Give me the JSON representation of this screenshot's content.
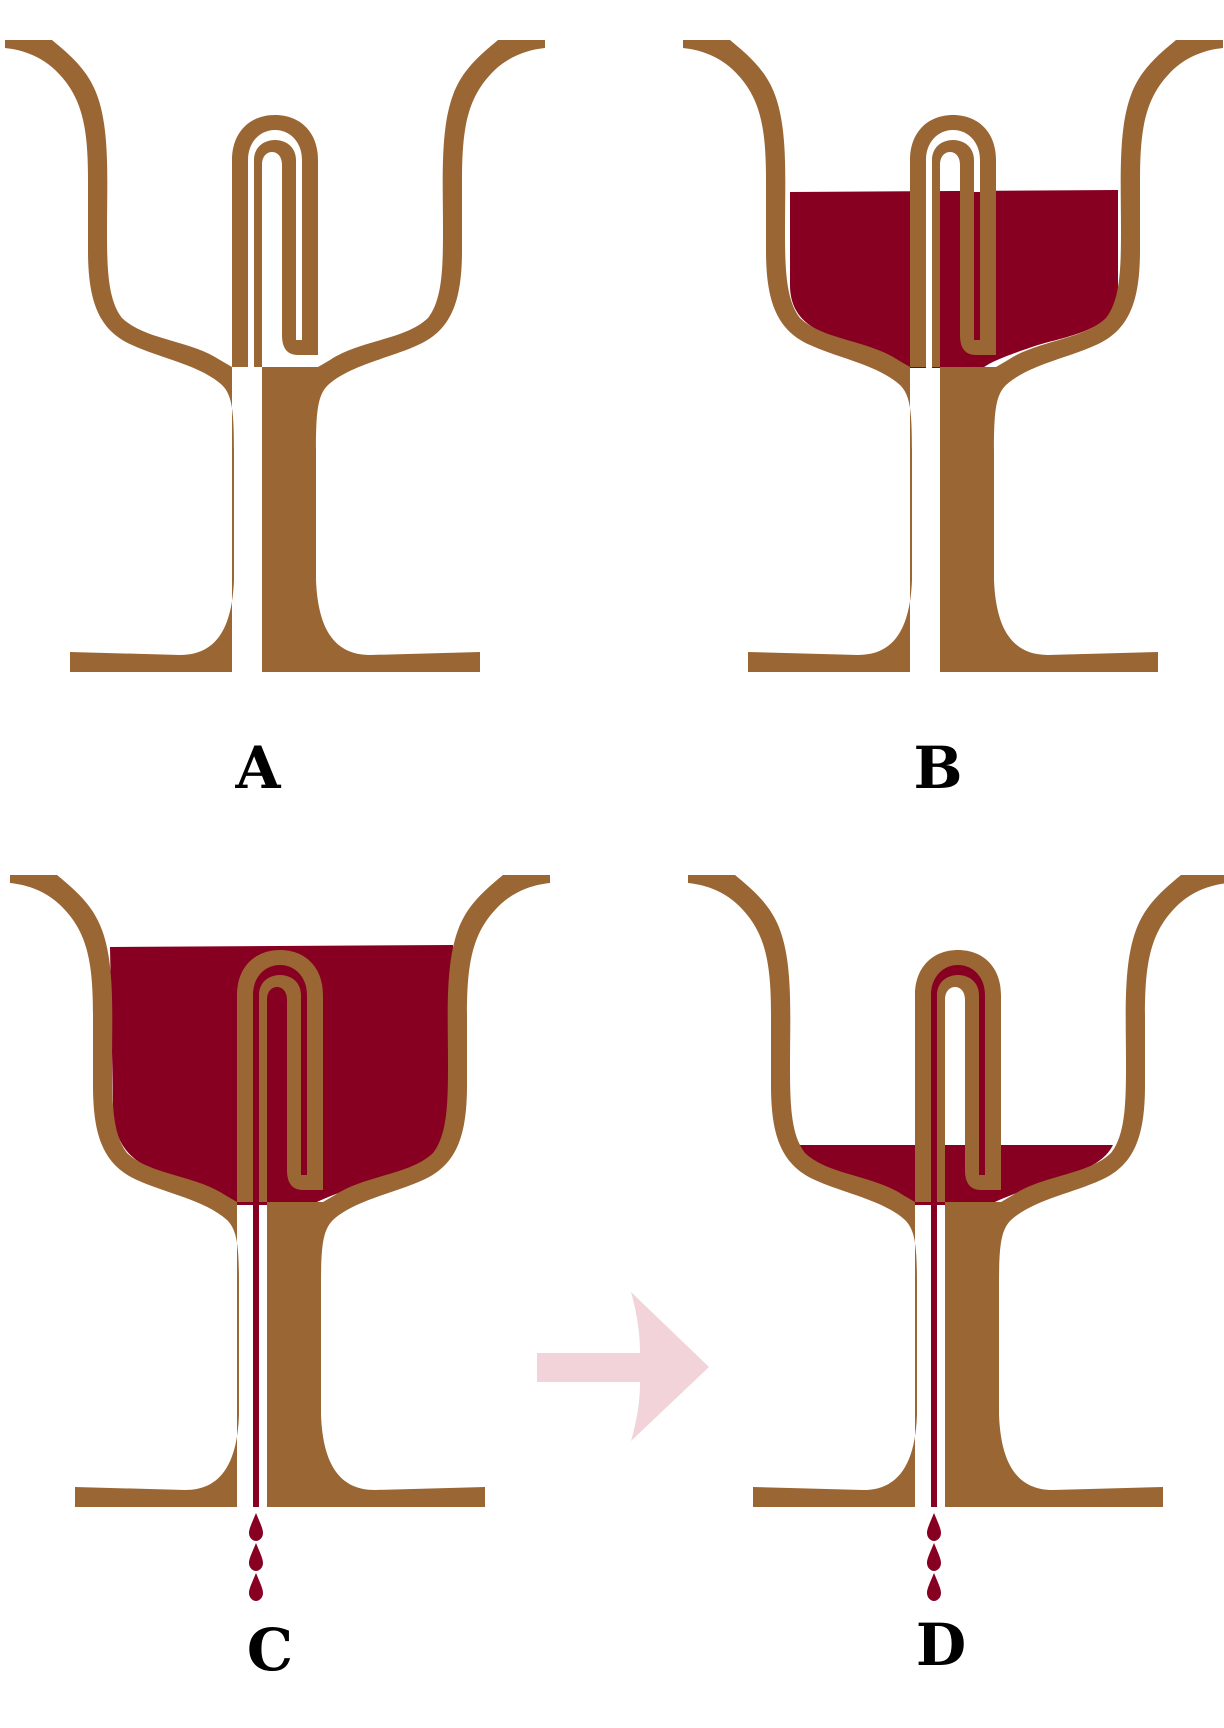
{
  "colors": {
    "cup": "#9A6634",
    "wine": "#880021",
    "background": "#ffffff",
    "arrow": "#F2D3D9",
    "label": "#000000"
  },
  "panels": [
    {
      "id": "A",
      "label": "A",
      "fill": "empty",
      "siphon_flowing": false,
      "drops": 0
    },
    {
      "id": "B",
      "label": "B",
      "fill": "partial",
      "siphon_flowing": false,
      "drops": 0
    },
    {
      "id": "C",
      "label": "C",
      "fill": "full",
      "siphon_flowing": true,
      "drops": 3
    },
    {
      "id": "D",
      "label": "D",
      "fill": "low",
      "siphon_flowing": true,
      "drops": 3
    }
  ],
  "arrow": {
    "direction": "right",
    "from": "C",
    "to": "D"
  }
}
